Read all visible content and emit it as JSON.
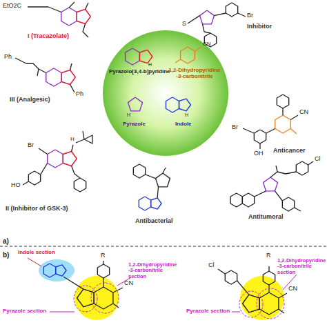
{
  "diagram": {
    "nodes": [
      {
        "text": [
          "Pyrazolo[3,4-b]pyridine",
          "1,2-Dihydropyridine -3-carbonitrile",
          "Pyrazole",
          "Indole"
        ]
      }
    ],
    "labels": [
      "EtO2C",
      "I (Tracazolate)",
      "S",
      "Br",
      "Inhibitor",
      "Ph",
      "III (Analgesic)",
      "Ph",
      "Br",
      "CN",
      "OH",
      "Anticancer",
      "Br",
      "HO",
      "II (Inhibitor of GSK-3)",
      "H",
      "Cl",
      "Antitumoral",
      "Antibacterial",
      "a)",
      "b)",
      "Indole section",
      "R",
      "CN",
      "1,2-Dihydropyridine -3-carbonitrile section",
      "Pyrazole section",
      "Cl",
      "R",
      "CN",
      "Pyrazole section",
      "1,2-Dihydropyridine -3-carbonitrile section",
      "CN",
      "H",
      "H",
      "H"
    ]
  }
}
